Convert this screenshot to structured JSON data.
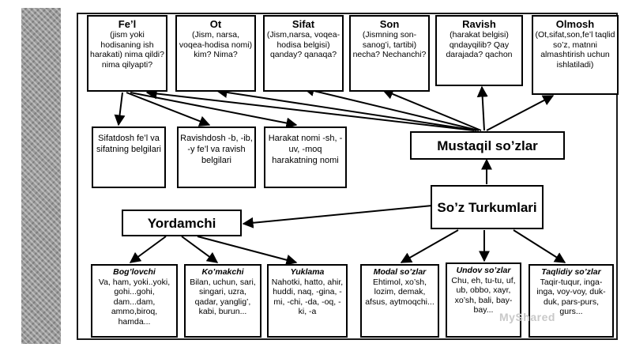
{
  "boxes": {
    "fel": {
      "title": "Fe’l",
      "desc": "(jism yoki hodisaning ish harakati) nima qildi? nima qilyapti?"
    },
    "ot": {
      "title": "Ot",
      "desc": "(Jism, narsa, voqea-hodisa nomi) kim? Nima?"
    },
    "sifat": {
      "title": "Sifat",
      "desc": "(Jism,narsa, voqea-hodisa belgisi) qanday? qanaqa?"
    },
    "son": {
      "title": "Son",
      "desc": "(Jismning son-sanog’i, tartibi) necha? Nechanchi?"
    },
    "ravish": {
      "title": "Ravish",
      "desc": "(harakat belgisi) qndayqilib? Qay darajada? qachon"
    },
    "olmosh": {
      "title": "Olmosh",
      "desc": "(Ot,sifat,son,fe’l taqlid so’z, matnni almashtirish uchun ishlatiladi)"
    },
    "sifatdosh": {
      "text": "Sifatdosh fe’l va sifatning belgilari"
    },
    "ravishdosh": {
      "text": "Ravishdosh -b, -ib, -y fe’l va ravish belgilari"
    },
    "harakatnomi": {
      "text": "Harakat nomi -sh, -uv, -moq harakatning nomi"
    },
    "mustaqil": {
      "text": "Mustaqil so’zlar"
    },
    "soz": {
      "text": "So’z Turkumlari"
    },
    "yordamchi": {
      "text": "Yordamchi"
    },
    "boglovchi": {
      "title": "Bog’lovchi",
      "desc": "Va, ham, yoki..yoki, gohi...gohi, dam...dam, ammo,biroq, hamda..."
    },
    "komakchi": {
      "title": "Ko’makchi",
      "desc": "Bilan, uchun, sari, singari, uzra, qadar, yanglig’, kabi, burun..."
    },
    "yuklama": {
      "title": "Yuklama",
      "desc": "Nahotki, hatto, ahir, huddi, naq, -gina, -mi, -chi, -da, -oq, -ki, -a"
    },
    "modal": {
      "title": "Modal so’zlar",
      "desc": "Ehtimol, xo’sh, lozim, demak, afsus, aytmoqchi..."
    },
    "undov": {
      "title": "Undov so’zlar",
      "desc": "Chu, eh, tu-tu, uf, ub, obbo, xayr, xo’sh, bali, bay-bay..."
    },
    "taqlidiy": {
      "title": "Taqlidiy so’zlar",
      "desc": "Taqir-tuqur, inga-inga, voy-voy, duk-duk, pars-purs, gurs..."
    }
  },
  "watermark": "MyShared"
}
